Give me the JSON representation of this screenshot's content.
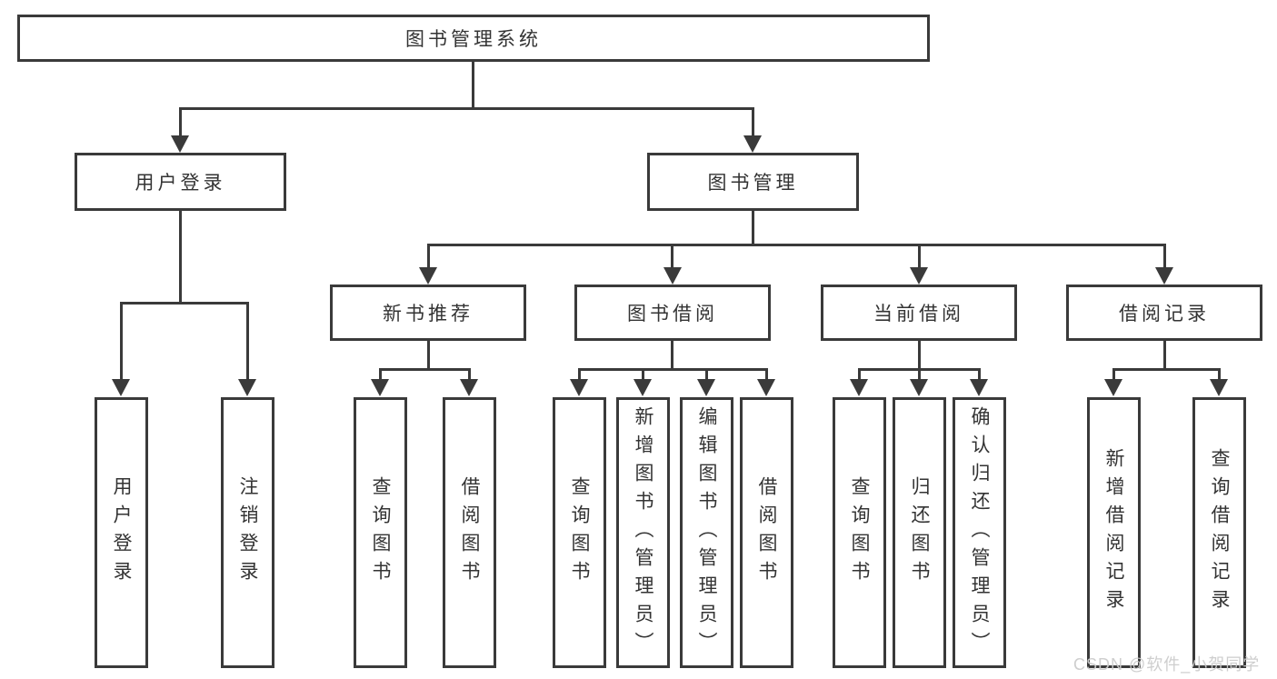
{
  "tree": {
    "root": "图书管理系统",
    "login": {
      "label": "用户登录",
      "children": [
        "用户登录",
        "注销登录"
      ]
    },
    "mgmt": {
      "label": "图书管理",
      "sections": [
        {
          "label": "新书推荐",
          "children": [
            "查询图书",
            "借阅图书"
          ]
        },
        {
          "label": "图书借阅",
          "children": [
            "查询图书",
            "新增图书（管理员）",
            "编辑图书（管理员）",
            "借阅图书"
          ]
        },
        {
          "label": "当前借阅",
          "children": [
            "查询图书",
            "归还图书",
            "确认归还（管理员）"
          ]
        },
        {
          "label": "借阅记录",
          "children": [
            "新增借阅记录",
            "查询借阅记录"
          ]
        }
      ]
    },
    "watermark": "CSDN @软件_小贺同学",
    "colors": {
      "line": "#3a3a3a",
      "text": "#333333",
      "background": "#ffffff",
      "watermark": "#cbcbcb"
    }
  }
}
